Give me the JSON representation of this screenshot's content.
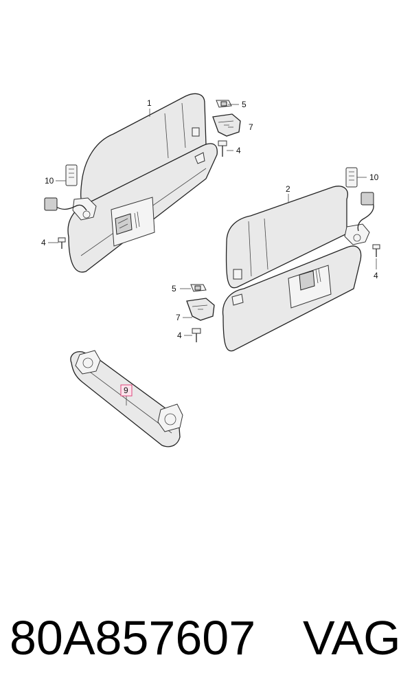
{
  "callouts": {
    "c1": "1",
    "c2": "2",
    "c4a": "4",
    "c4b": "4",
    "c4c": "4",
    "c4d": "4",
    "c5a": "5",
    "c5b": "5",
    "c7a": "7",
    "c7b": "7",
    "c9": "9",
    "c10a": "10",
    "c10b": "10"
  },
  "highlight_color": "#e0457b",
  "footer": {
    "part_number": "80A857607",
    "brand": "VAG"
  }
}
